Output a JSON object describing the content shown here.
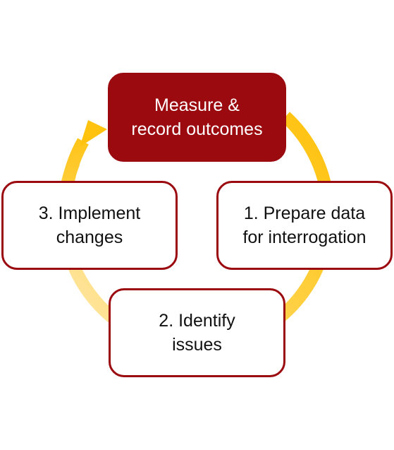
{
  "colors": {
    "primary_box_fill": "#9b0a0f",
    "box_border": "#9b0a0f",
    "arrow_strong": "#ffc20e",
    "arrow_light": "#ffe39a"
  },
  "nodes": {
    "measure": {
      "label": "Measure &\nrecord outcomes"
    },
    "prepare": {
      "label": "1. Prepare data\nfor interrogation"
    },
    "identify": {
      "label": "2. Identify\nissues"
    },
    "implement": {
      "label": "3. Implement\nchanges"
    }
  },
  "cycle_arrow": {
    "direction": "clockwise",
    "icon": "circular-arrow-icon"
  }
}
